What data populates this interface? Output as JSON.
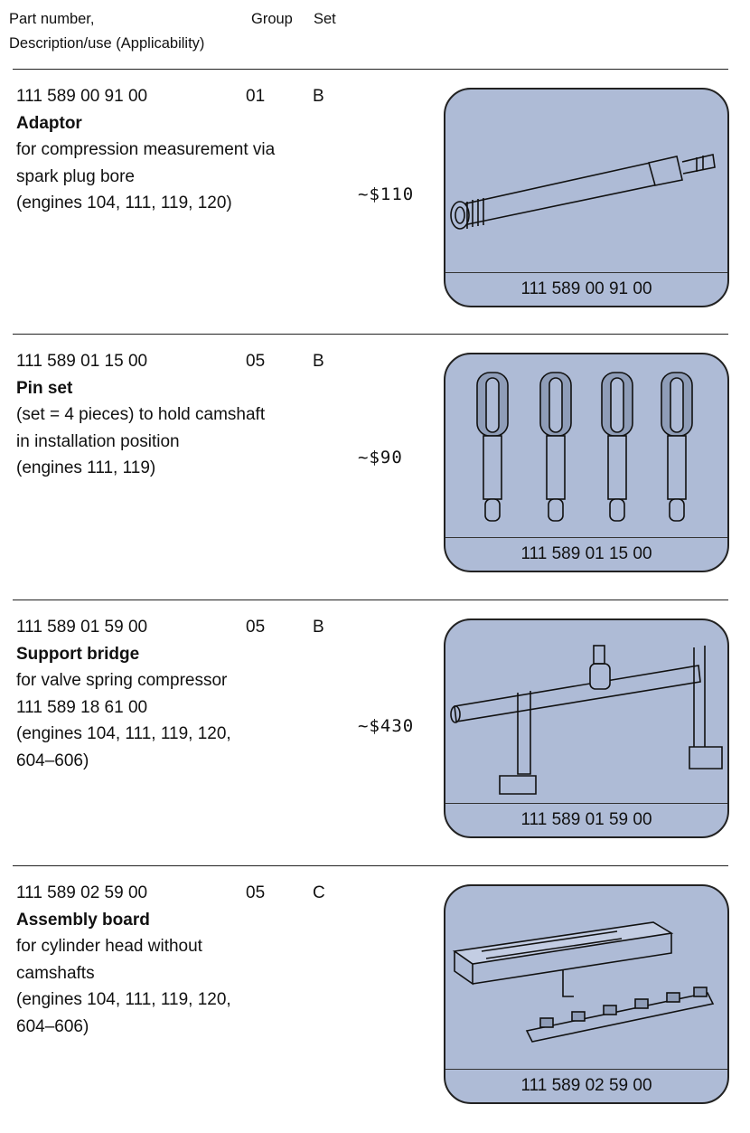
{
  "header": {
    "col1_line1": "Part number,",
    "col1_line2": "Description/use (Applicability)",
    "group": "Group",
    "set": "Set"
  },
  "items": [
    {
      "part_number": "111 589 00 91 00",
      "group": "01",
      "set": "B",
      "name": "Adaptor",
      "desc": [
        "for compression measurement via",
        "spark plug bore",
        "(engines 104, 111, 119, 120)"
      ],
      "price": "~$110",
      "image_label": "111 589 00 91 00"
    },
    {
      "part_number": "111 589 01 15 00",
      "group": "05",
      "set": "B",
      "name": "Pin set",
      "desc": [
        "(set = 4 pieces) to hold camshaft",
        "in installation position",
        "(engines 111, 119)"
      ],
      "price": "~$90",
      "image_label": "111 589 01 15 00"
    },
    {
      "part_number": "111 589 01 59 00",
      "group": "05",
      "set": "B",
      "name": "Support bridge",
      "desc": [
        "for valve spring compressor",
        "111 589 18 61 00",
        "(engines 104, 111, 119, 120,",
        "604–606)"
      ],
      "price": "~$430",
      "image_label": "111 589 01 59 00"
    },
    {
      "part_number": "111 589 02 59 00",
      "group": "05",
      "set": "C",
      "name": "Assembly board",
      "desc": [
        "for cylinder head without",
        "camshafts",
        "(engines 104, 111, 119, 120,",
        "604–606)"
      ],
      "price": "",
      "image_label": "111 589 02 59 00"
    }
  ],
  "colors": {
    "panel": "#aebbd6",
    "ink": "#111111"
  }
}
